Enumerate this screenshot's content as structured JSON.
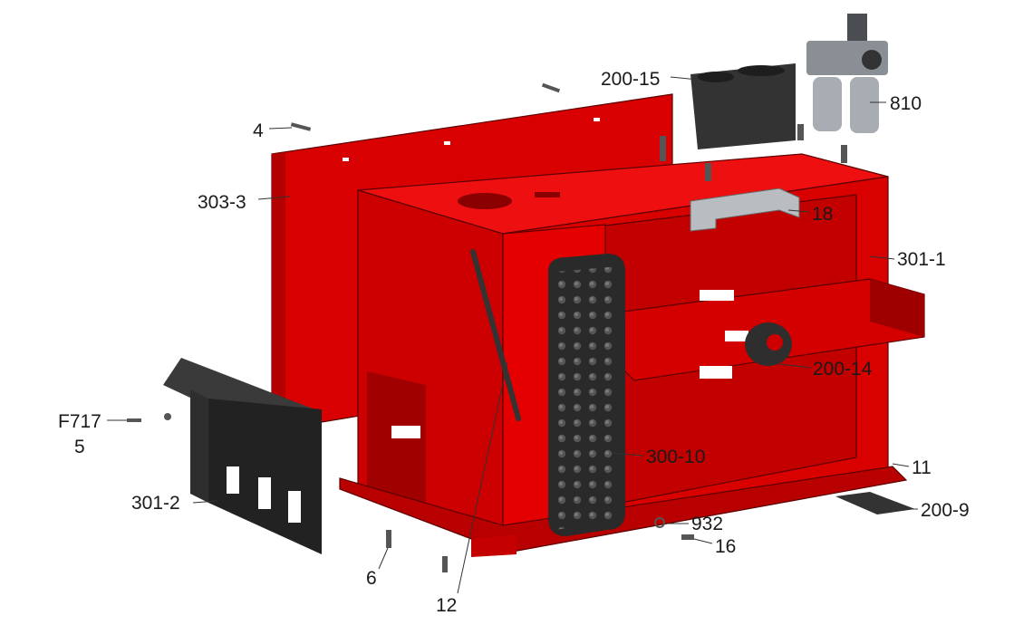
{
  "callouts": [
    {
      "id": "200-15",
      "text": "200-15"
    },
    {
      "id": "810",
      "text": "810"
    },
    {
      "id": "4",
      "text": "4"
    },
    {
      "id": "303-3",
      "text": "303-3"
    },
    {
      "id": "18",
      "text": "18"
    },
    {
      "id": "301-1",
      "text": "301-1"
    },
    {
      "id": "200-14",
      "text": "200-14"
    },
    {
      "id": "F717",
      "text": "F717"
    },
    {
      "id": "5",
      "text": "5"
    },
    {
      "id": "300-10",
      "text": "300-10"
    },
    {
      "id": "11",
      "text": "11"
    },
    {
      "id": "301-2",
      "text": "301-2"
    },
    {
      "id": "932",
      "text": "932"
    },
    {
      "id": "200-9",
      "text": "200-9"
    },
    {
      "id": "16",
      "text": "16"
    },
    {
      "id": "6",
      "text": "6"
    },
    {
      "id": "12",
      "text": "12"
    }
  ],
  "colors": {
    "body_red": "#d90000",
    "body_dark": "#a80000",
    "body_light": "#ee1010",
    "part_black": "#2a2a2a",
    "part_grey": "#8a8f96",
    "background": "#ffffff"
  }
}
